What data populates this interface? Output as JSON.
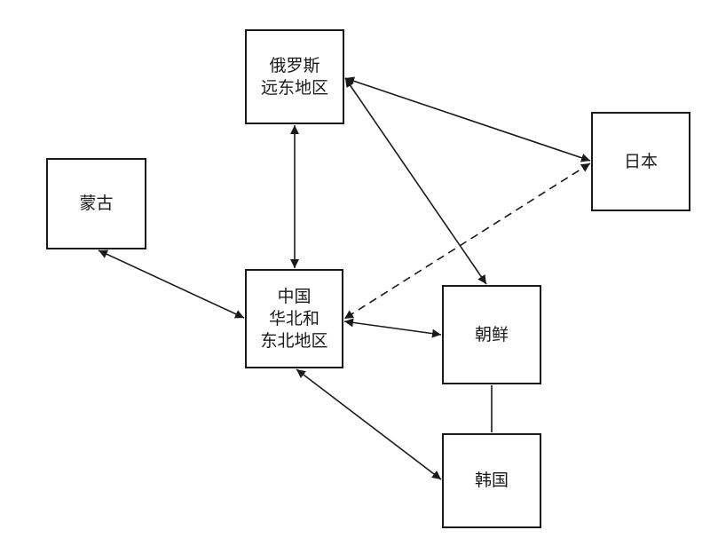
{
  "diagram": {
    "nodes": {
      "russia_far_east": {
        "lines": [
          "俄罗斯",
          "远东地区"
        ]
      },
      "japan": {
        "lines": [
          "日本"
        ]
      },
      "mongolia": {
        "lines": [
          "蒙古"
        ]
      },
      "north_china_northeast": {
        "lines": [
          "中国",
          "华北和",
          "东北地区"
        ]
      },
      "north_korea": {
        "lines": [
          "朝鲜"
        ]
      },
      "south_korea": {
        "lines": [
          "韩国"
        ]
      }
    },
    "edges": [
      {
        "from": "russia_far_east",
        "to": "north_china_northeast",
        "style": "solid",
        "arrows": "both"
      },
      {
        "from": "russia_far_east",
        "to": "japan",
        "style": "solid",
        "arrows": "both"
      },
      {
        "from": "russia_far_east",
        "to": "north_korea",
        "style": "solid",
        "arrows": "both"
      },
      {
        "from": "mongolia",
        "to": "north_china_northeast",
        "style": "solid",
        "arrows": "both"
      },
      {
        "from": "japan",
        "to": "north_china_northeast",
        "style": "dashed",
        "arrows": "both"
      },
      {
        "from": "north_china_northeast",
        "to": "north_korea",
        "style": "solid",
        "arrows": "both"
      },
      {
        "from": "north_china_northeast",
        "to": "south_korea",
        "style": "solid",
        "arrows": "both"
      },
      {
        "from": "north_korea",
        "to": "south_korea",
        "style": "solid",
        "arrows": "none"
      }
    ]
  }
}
